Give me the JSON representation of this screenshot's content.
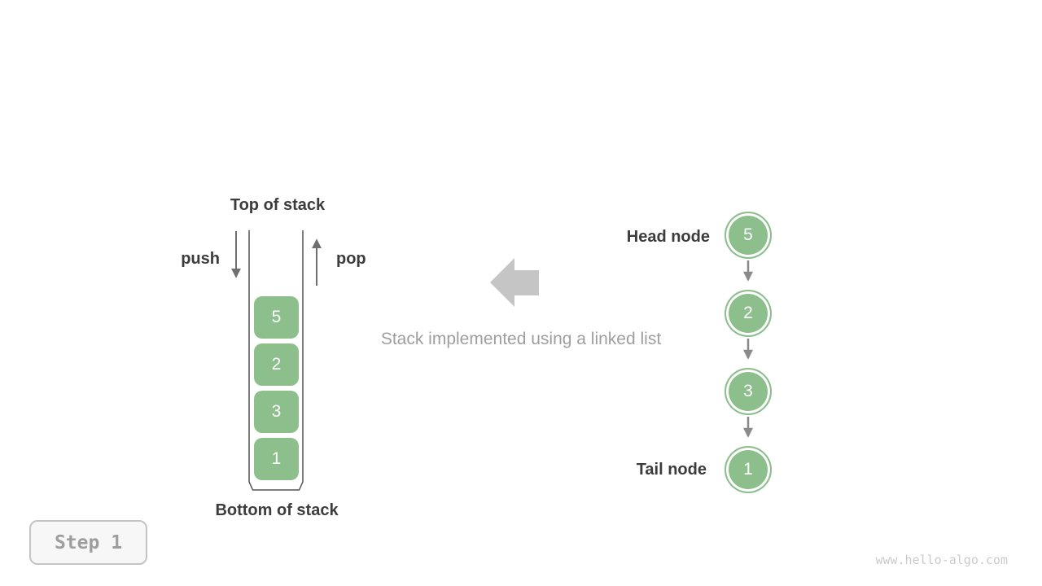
{
  "stack": {
    "top_label": "Top of stack",
    "bottom_label": "Bottom of stack",
    "push_label": "push",
    "pop_label": "pop",
    "values": [
      "5",
      "2",
      "3",
      "1"
    ]
  },
  "caption": {
    "text": "Stack implemented using a linked list"
  },
  "linked_list": {
    "head_label": "Head node",
    "tail_label": "Tail node",
    "nodes": [
      "5",
      "2",
      "3",
      "1"
    ]
  },
  "step_badge": {
    "label": "Step 1"
  },
  "watermark": "www.hello-algo.com",
  "colors": {
    "node_green": "#8cbf8c",
    "dark_text": "#3c3c3c",
    "muted_text": "#9e9e9e",
    "small_arrow_gray": "#6f6f6f",
    "link_arrow_gray": "#8a8a8a",
    "block_arrow_gray": "#c5c5c5",
    "container_stroke": "#525252",
    "badge_border": "#c4c4c4",
    "badge_bg": "#f7f7f7",
    "watermark_gray": "#cbcbcb"
  }
}
